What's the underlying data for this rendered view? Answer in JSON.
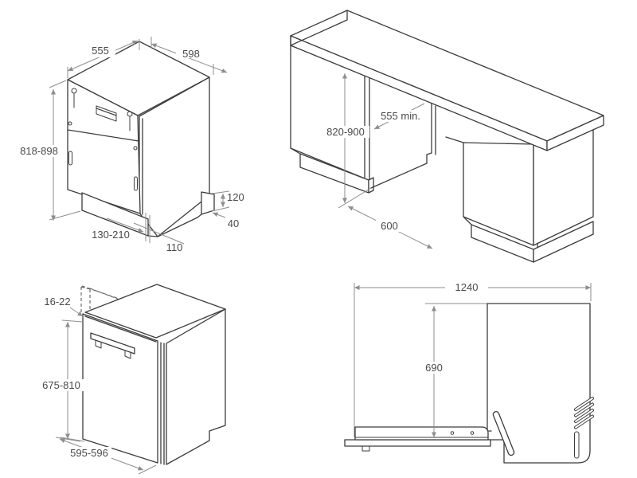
{
  "diagram": {
    "colors": {
      "background": "#ffffff",
      "outline": "#3c3c3c",
      "dimension_lines": "#8e8e8e",
      "label_text": "#4a4a4a"
    },
    "panel_top_left": {
      "labels": {
        "width": "555",
        "depth": "598",
        "height": "818-898",
        "plinth_height": "120",
        "plinth_side": "40",
        "plinth_recess": "130-210",
        "front_clearance": "110"
      }
    },
    "panel_top_right": {
      "labels": {
        "niche_height": "820-900",
        "niche_depth": "555 min.",
        "niche_width": "600"
      }
    },
    "panel_bottom_left": {
      "labels": {
        "panel_thickness": "16-22",
        "panel_height": "675-810",
        "panel_width": "595-596"
      }
    },
    "panel_bottom_right": {
      "labels": {
        "open_depth": "1240",
        "loading_height": "690"
      }
    }
  }
}
